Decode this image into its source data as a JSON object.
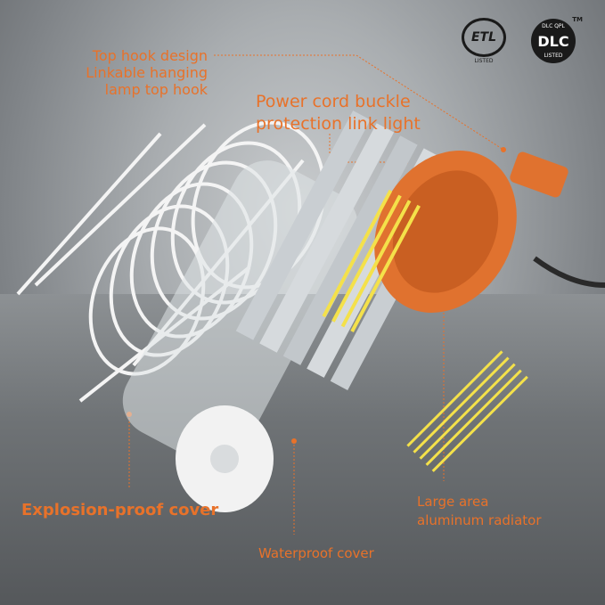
{
  "callouts": {
    "top_hook_line1": "Top hook design",
    "top_hook_line2": "Linkable hanging",
    "top_hook_line3": "lamp top hook",
    "power_cord_line1": "Power cord buckle",
    "power_cord_line2": "protection link light",
    "explosion_cover": "Explosion-proof cover",
    "waterproof_cover": "Waterproof cover",
    "radiator_line1": "Large area",
    "radiator_line2": "aluminum radiator"
  },
  "badges": {
    "etl_text": "ETL",
    "etl_sub": "LISTED",
    "dlc_text": "DLC",
    "dlc_top": "DLC QPL",
    "dlc_sub": "LISTED",
    "dlc_mark": "TM"
  },
  "colors": {
    "accent": "#e8722a",
    "cage": "#f2f2f2",
    "lamp_body": "#e0722f"
  }
}
